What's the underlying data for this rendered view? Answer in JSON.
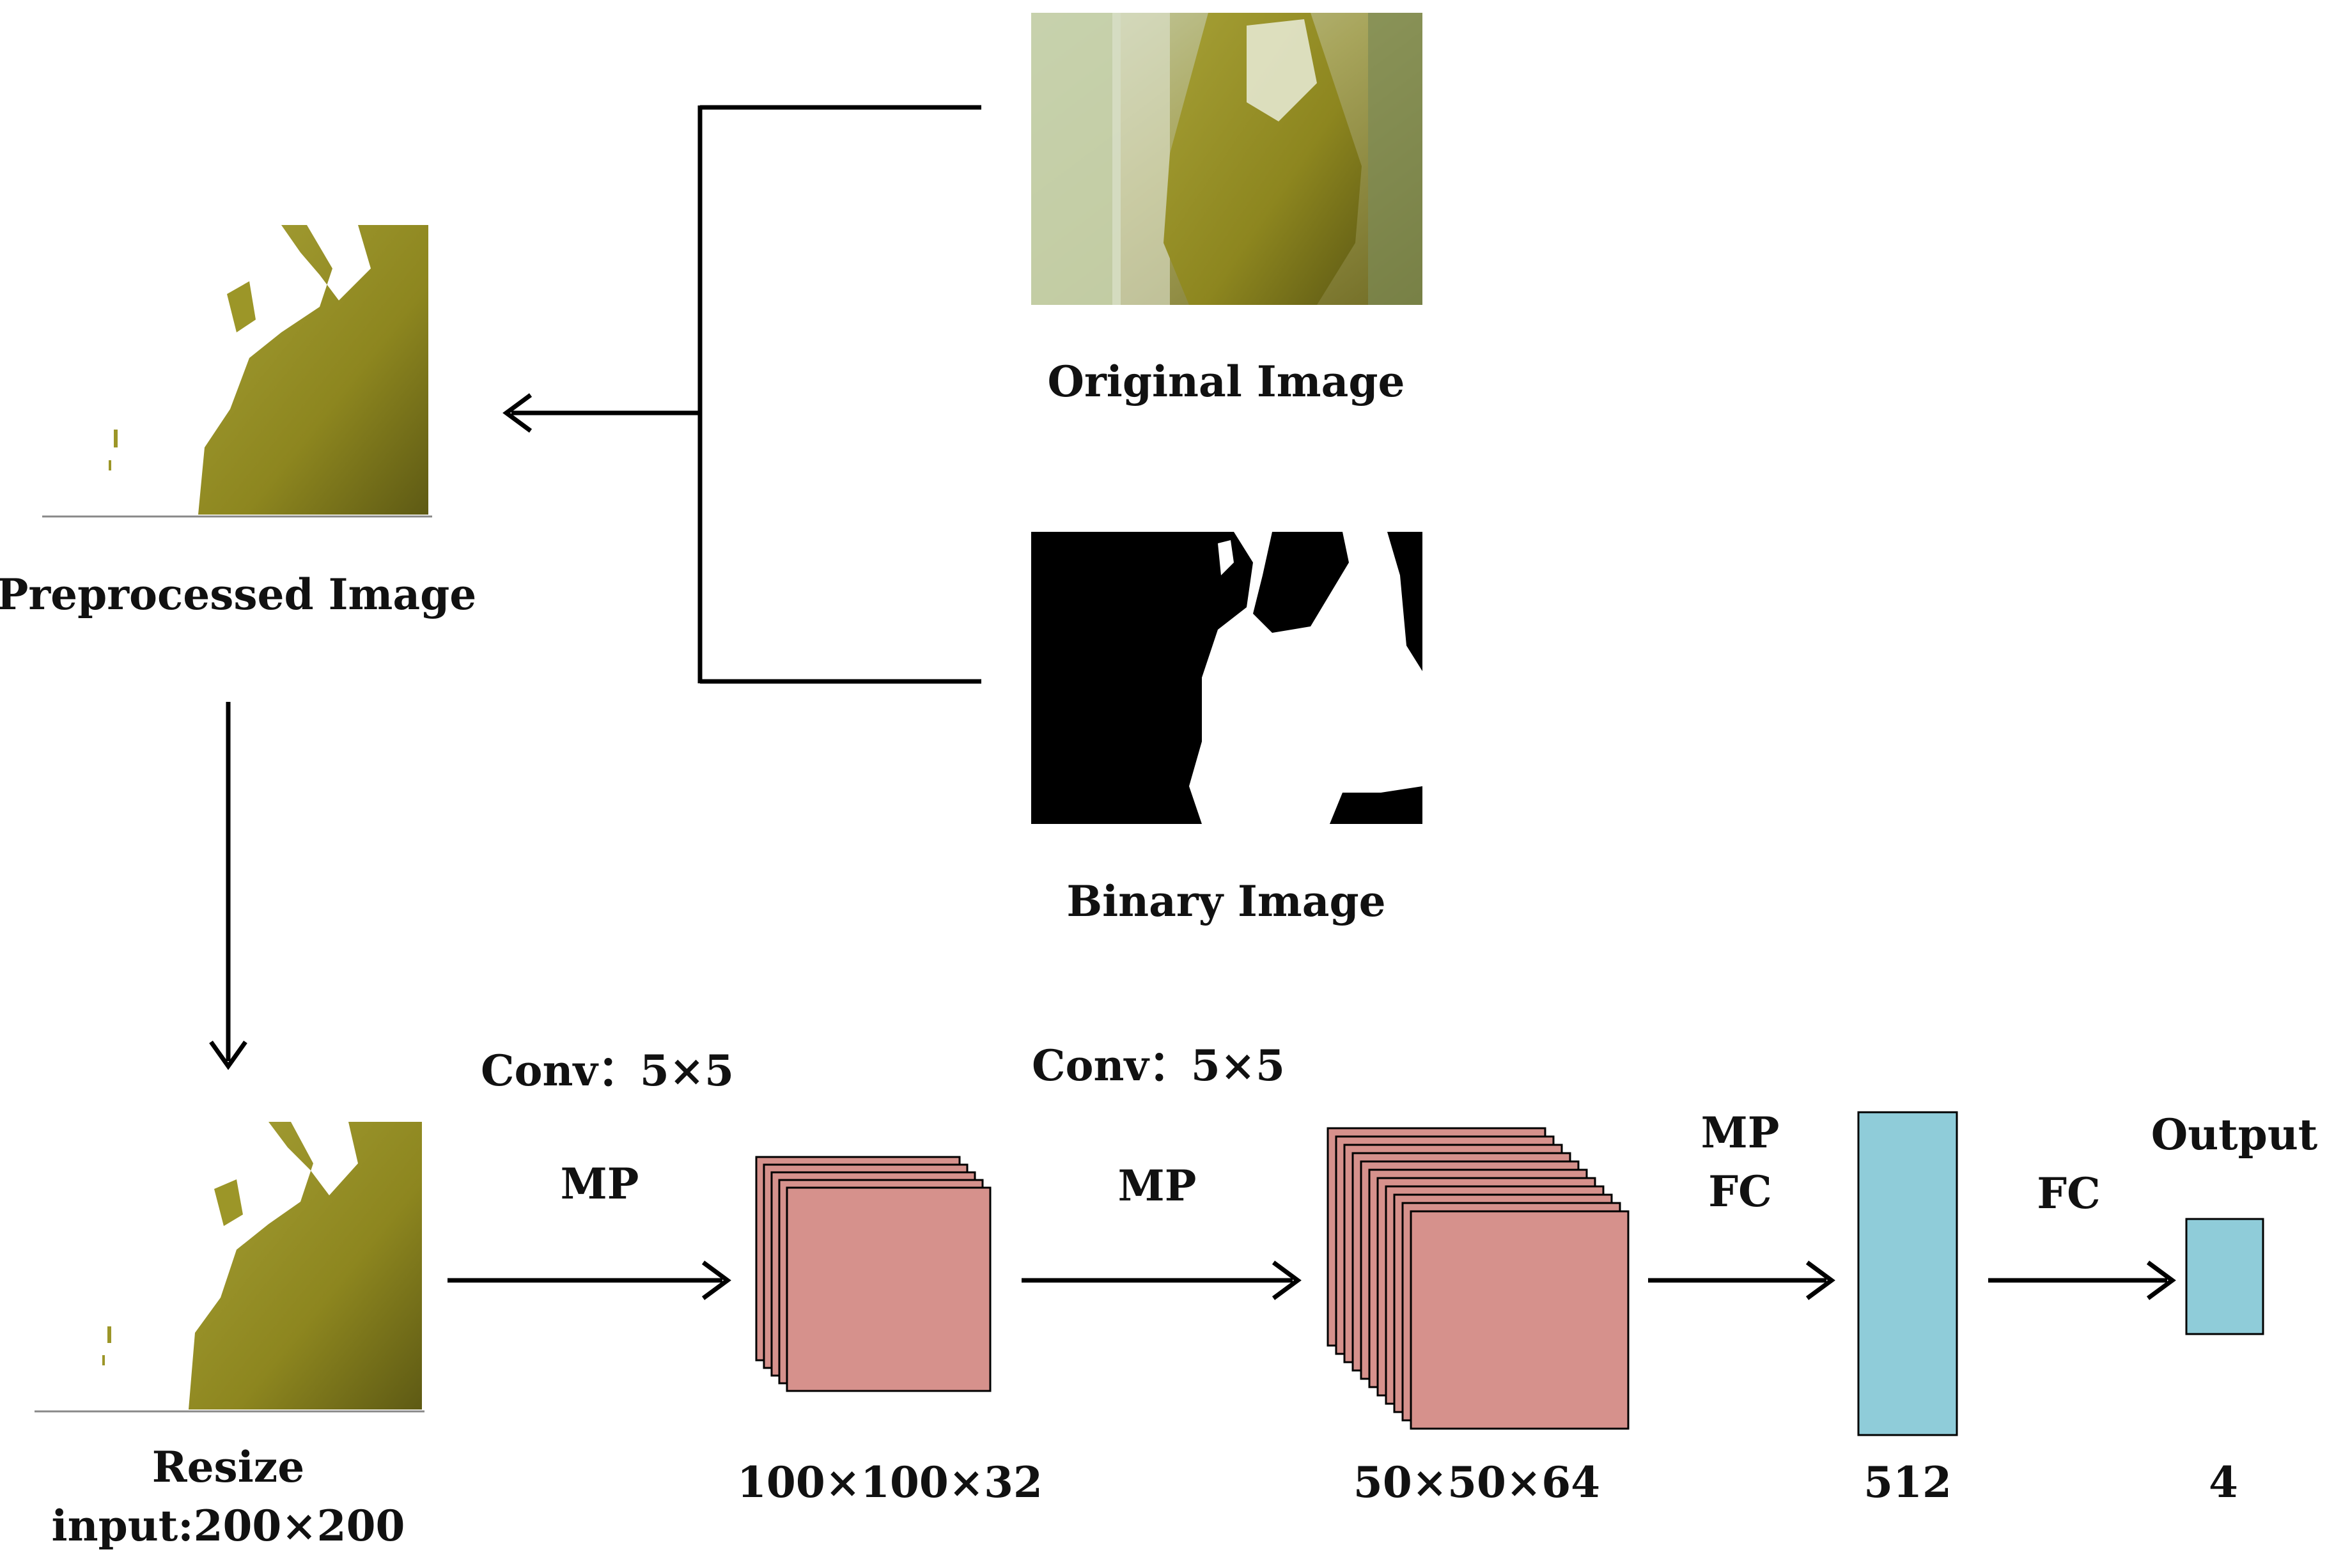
{
  "colors": {
    "line": "#000000",
    "feature_map": "#d6918c",
    "dense": "#8fccd9",
    "text": "#111111",
    "photo_yellow": "#8f8a1f",
    "photo_green": "#b7c49a"
  },
  "images": {
    "original_caption": "Original Image",
    "binary_caption": "Binary Image",
    "preprocessed_caption": "Preprocessed Image",
    "resize_caption_line1": "Resize",
    "resize_caption_line2": "input:200×200"
  },
  "network": {
    "stage1_conv": "Conv：5×5",
    "stage1_pool": "MP",
    "stage1_size": "100×100×32",
    "stage2_conv": "Conv：5×5",
    "stage2_pool": "MP",
    "stage2_size": "50×50×64",
    "stage3_pool": "MP",
    "stage3_fc": "FC",
    "stage3_size": "512",
    "output_fc": "FC",
    "output_label": "Output",
    "output_size": "4"
  }
}
